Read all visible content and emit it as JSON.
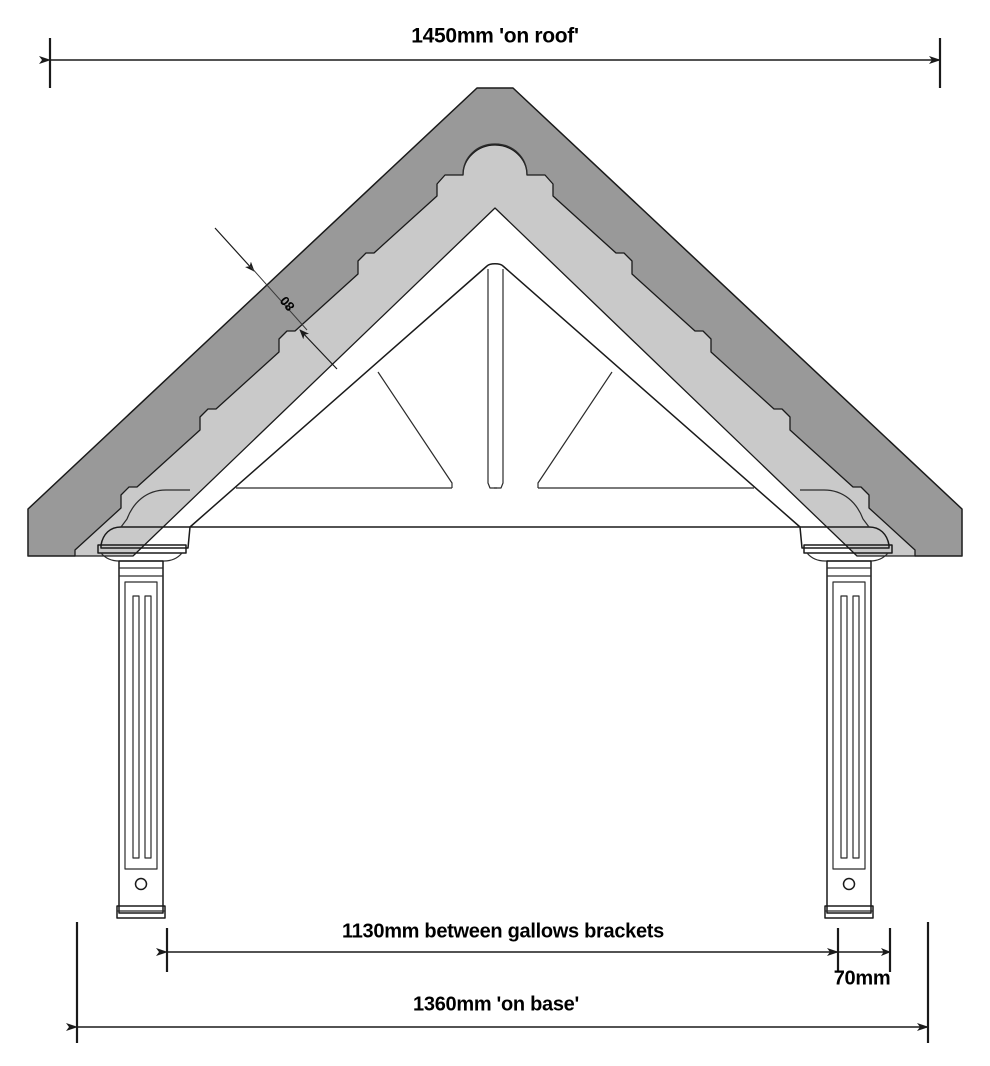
{
  "drawing": {
    "title": "Porch canopy front elevation",
    "subject": "gallows-bracket porch canopy"
  },
  "colors": {
    "roof_dark": "#999999",
    "roof_light": "#c9c9c9",
    "line": "#1a1a1a",
    "paper": "#ffffff",
    "timber_fill": "#ffffff"
  },
  "dimensions": {
    "top": {
      "label": "1450mm 'on roof'",
      "value": 1450,
      "unit": "mm",
      "note": "on roof",
      "position": "top"
    },
    "roof_thickness": {
      "label": "80",
      "value": 80,
      "unit": "mm",
      "rotated": true,
      "position": "left-roof-slope"
    },
    "between_brackets": {
      "label": "1130mm between gallows brackets",
      "value": 1130,
      "unit": "mm",
      "note": "between gallows brackets",
      "position": "bottom-inner"
    },
    "post_width": {
      "label": "70mm",
      "value": 70,
      "unit": "mm",
      "position": "bottom-right"
    },
    "bottom": {
      "label": "1360mm 'on base'",
      "value": 1360,
      "unit": "mm",
      "note": "on base",
      "position": "bottom"
    }
  },
  "parts": {
    "roof": "roof-covering",
    "ridge": "ridge-cap",
    "truss": "king-post-truss",
    "king_post": "king-post",
    "rafter_left": "left-rafter",
    "rafter_right": "right-rafter",
    "strut_left": "left-strut",
    "strut_right": "right-strut",
    "tie_beam": "tie-beam",
    "bracket_left": "left-gallows-bracket",
    "bracket_right": "right-gallows-bracket",
    "post_left": "left-post",
    "post_right": "right-post",
    "capital_left": "left-post-capital",
    "capital_right": "right-post-capital",
    "base_left": "left-post-base",
    "base_right": "right-post-base",
    "bolt_left": "left-post-bolt-hole",
    "bolt_right": "right-post-bolt-hole"
  }
}
